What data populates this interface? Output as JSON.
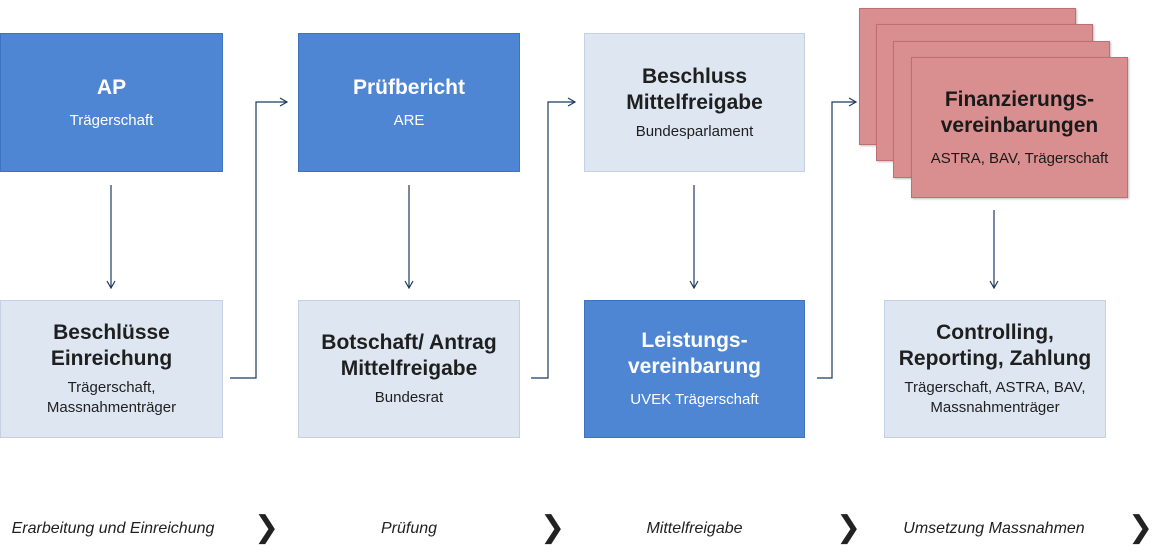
{
  "boxes": {
    "ap": {
      "title": "AP",
      "sub": "Trägerschaft"
    },
    "pruefbericht": {
      "title": "Prüfbericht",
      "sub": "ARE"
    },
    "beschluss_mittelfreigabe": {
      "title": "Beschluss\nMittelfreigabe",
      "sub": "Bundesparlament"
    },
    "finanzierungsvereinbarungen": {
      "title": "Finanzierungs-\nvereinbarungen",
      "sub": "ASTRA, BAV, Trägerschaft"
    },
    "beschluesse_einreichung": {
      "title": "Beschlüsse\nEinreichung",
      "sub": "Trägerschaft,\nMassnahmenträger"
    },
    "botschaft_antrag": {
      "title": "Botschaft/ Antrag\nMittelfreigabe",
      "sub": "Bundesrat"
    },
    "leistungsvereinbarung": {
      "title": "Leistungs-\nvereinbarung",
      "sub": "UVEK Trägerschaft"
    },
    "controlling": {
      "title": "Controlling,\nReporting, Zahlung",
      "sub": "Trägerschaft, ASTRA, BAV,\nMassnahmenträger"
    }
  },
  "phases": [
    "Erarbeitung und Einreichung",
    "Prüfung",
    "Mittelfreigabe",
    "Umsetzung Massnahmen"
  ],
  "colors": {
    "dark_box": "#4f86d3",
    "light_box": "#dde6f1",
    "pink_box": "#d98f8f",
    "connector": "#1f3a5f"
  }
}
